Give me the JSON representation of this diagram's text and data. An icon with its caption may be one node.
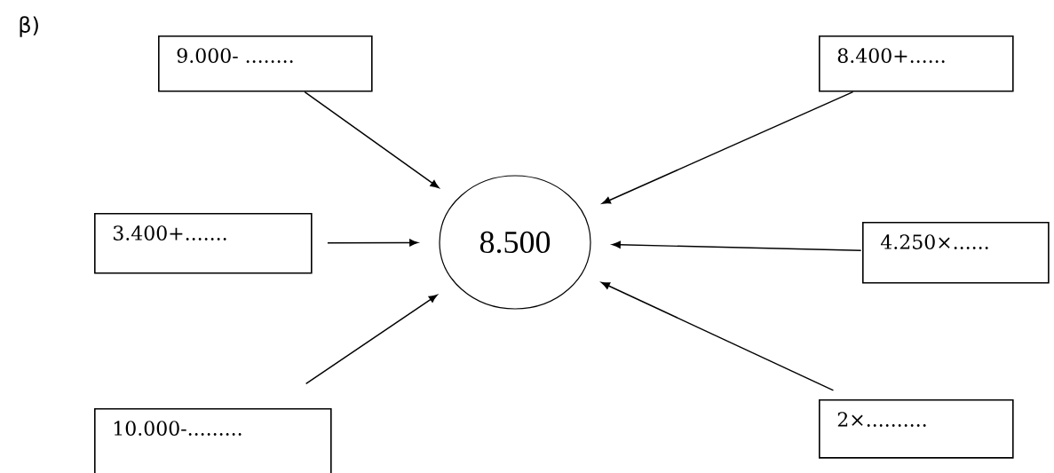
{
  "diagram": {
    "nodes": [
      {
        "text": [
          "8.500"
        ]
      },
      {
        "text": [
          "9.000- ........"
        ]
      },
      {
        "text": [
          "8.400+......"
        ]
      },
      {
        "text": [
          "3.400+......."
        ]
      },
      {
        "text": [
          "4.250×......"
        ]
      },
      {
        "text": [
          "10.000-........."
        ]
      },
      {
        "text": [
          "2×.........."
        ]
      }
    ],
    "edges": [
      {
        "from": 1,
        "to": 0,
        "arrow": "to"
      },
      {
        "from": 2,
        "to": 0,
        "arrow": "to"
      },
      {
        "from": 3,
        "to": 0,
        "arrow": "to"
      },
      {
        "from": 4,
        "to": 0,
        "arrow": "to"
      },
      {
        "from": 5,
        "to": 0,
        "arrow": "to"
      },
      {
        "from": 6,
        "to": 0,
        "arrow": "to"
      }
    ],
    "labels": [
      "β)"
    ]
  }
}
